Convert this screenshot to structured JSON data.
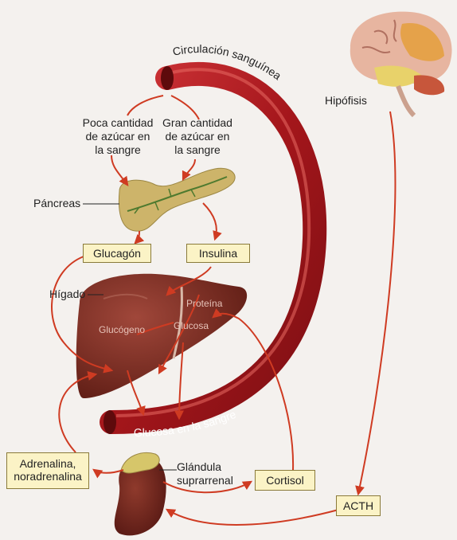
{
  "labels": {
    "circulation": "Circulación sanguínea",
    "low_sugar": [
      "Poca cantidad",
      "de azúcar en",
      "la sangre"
    ],
    "high_sugar": [
      "Gran cantidad",
      "de azúcar en",
      "la sangre"
    ],
    "pancreas": "Páncreas",
    "glucagon": "Glucagón",
    "insulin": "Insulina",
    "liver": "Hígado",
    "glycogen": "Glucógeno",
    "protein": "Proteína",
    "glucose": "Glucosa",
    "blood_glucose": "Glucosa en la sangre",
    "adrenaline": [
      "Adrenalina,",
      "noradrenalina"
    ],
    "adrenal_gland": [
      "Glándula",
      "suprarrenal"
    ],
    "cortisol": "Cortisol",
    "acth": "ACTH",
    "pituitary": "Hipófisis"
  },
  "colors": {
    "vessel": "#b51f24",
    "arrow": "#cf3b22",
    "liver": "#7a2a1c",
    "pancreas": "#cdb46a",
    "label_box": "#fbf3c6"
  }
}
